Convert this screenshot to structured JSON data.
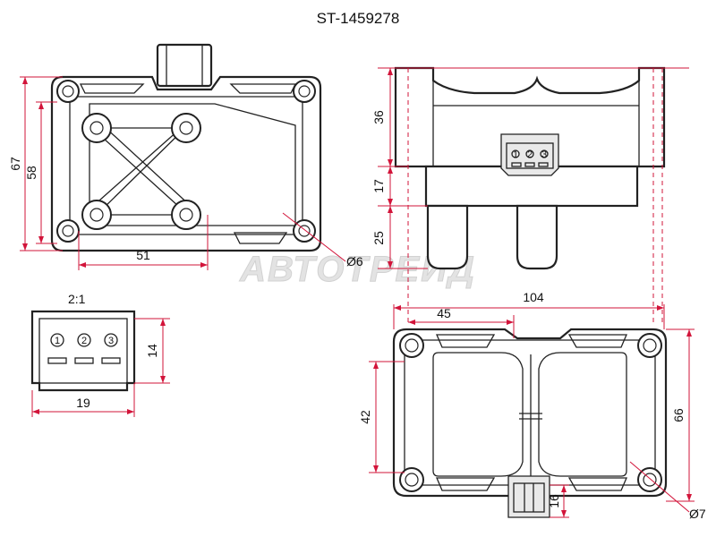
{
  "title": "ST-1459278",
  "watermark": "АВТОТРЕЙД",
  "scale_label": "2:1",
  "connector_pins": [
    "1",
    "2",
    "3"
  ],
  "dimensions": {
    "top_view_height_outer": "67",
    "top_view_height_inner": "58",
    "top_view_width": "51",
    "top_view_hole": "Ø6",
    "side_upper_height": "36",
    "side_middle_height": "17",
    "side_lower_height": "25",
    "connector_height": "14",
    "connector_width": "19",
    "bottom_view_total_width": "104",
    "bottom_view_half_width": "45",
    "bottom_view_inner_height": "42",
    "bottom_view_outer_height": "66",
    "bottom_view_tab_height": "16",
    "bottom_view_hole": "Ø7"
  },
  "colors": {
    "dimension_lines": "#d2143a",
    "outline": "#222222",
    "watermark": "#e3e3e3"
  }
}
